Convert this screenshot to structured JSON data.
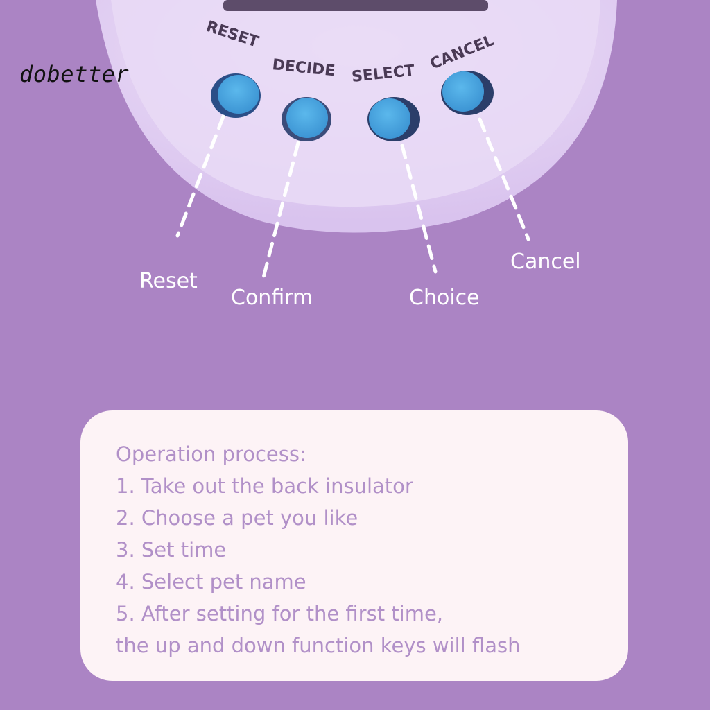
{
  "watermark": "dobetter",
  "device": {
    "button_labels": {
      "reset": "RESET",
      "decide": "DECIDE",
      "select": "SELECT",
      "cancel": "CANCEL"
    },
    "colors": {
      "shell": "#e3d2f2",
      "rim": "#d6c1ec",
      "button": "#4aa6e0",
      "button_shadow": "#2b4e87",
      "background": "#ab84c4"
    }
  },
  "callouts": {
    "reset": "Reset",
    "confirm": "Confirm",
    "choice": "Choice",
    "cancel": "Cancel"
  },
  "instructions": {
    "title": "Operation process:",
    "steps": [
      "1. Take out the back insulator",
      "2. Choose a pet you like",
      "3. Set time",
      "4. Select pet name",
      "5. After setting for the first time,"
    ],
    "continuation": "the up and down function keys will flash"
  }
}
